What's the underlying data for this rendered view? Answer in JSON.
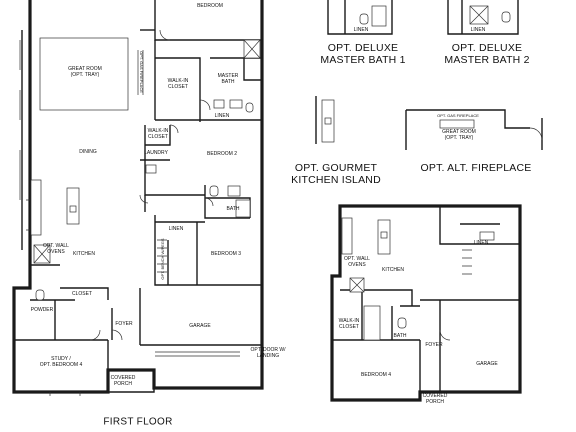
{
  "first_floor": {
    "title": "FIRST FLOOR",
    "rooms": {
      "bedroom_top": "BEDROOM",
      "great_room": "GREAT ROOM\n(OPT. TRAY)",
      "opt_gas_fireplace": "OPT. GAS FIREPLACE",
      "walk_in_closet_master": "WALK-IN\nCLOSET",
      "master_bath": "MASTER\nBATH",
      "linen_master": "LINEN",
      "dining": "DINING",
      "walk_in_closet_bed2": "WALK-IN\nCLOSET",
      "laundry": "LAUNDRY",
      "bedroom_2": "BEDROOM 2",
      "bath": "BATH",
      "linen_hall": "LINEN",
      "bedroom_3": "BEDROOM 3",
      "kitchen": "KITCHEN",
      "opt_wall_ovens": "OPT. WALL\nOVENS",
      "closet": "CLOSET",
      "powder": "POWDER",
      "opt_bench": "OPT. BENCH W/PEGS",
      "foyer": "FOYER",
      "garage": "GARAGE",
      "study": "STUDY /\nOPT. BEDROOM 4",
      "covered_porch": "COVERED\nPORCH",
      "opt_door": "OPT. DOOR W/\nLANDING"
    }
  },
  "option_captions": {
    "deluxe_bath_1": "OPT. DELUXE\nMASTER BATH 1",
    "deluxe_bath_2": "OPT. DELUXE\nMASTER BATH 2",
    "gourmet_island": "OPT. GOURMET\nKITCHEN ISLAND",
    "alt_fireplace": "OPT. ALT. FIREPLACE"
  },
  "option_labels": {
    "great_room_opt": "GREAT ROOM\n(OPT. TRAY)",
    "gas_fireplace_opt": "OPT. GAS FIREPLACE",
    "linen_bath1": "LINEN",
    "linen_bath2": "LINEN"
  },
  "alt_plan": {
    "rooms": {
      "kitchen": "KITCHEN",
      "linen": "LINEN",
      "bath": "BATH",
      "walk_in_closet": "WALK-IN\nCLOSET",
      "bedroom_4": "BEDROOM 4",
      "foyer": "FOYER",
      "garage": "GARAGE",
      "covered_porch": "COVERED\nPORCH",
      "opt_wall_ovens": "OPT. WALL\nOVENS"
    }
  }
}
